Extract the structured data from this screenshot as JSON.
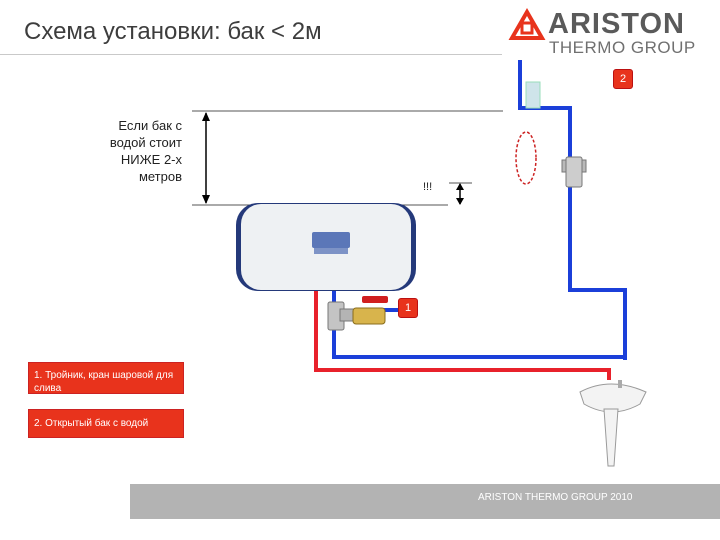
{
  "title": "Схема установки: бак < 2м",
  "logo": {
    "word": "ARISTON",
    "sub": "THERMO GROUP",
    "accent": "#e8331c"
  },
  "note": {
    "line1": "Если бак с",
    "line2": "водой стоит",
    "line3": "НИЖЕ 2-х",
    "line4": "метров"
  },
  "warning": "!!!",
  "badges": {
    "one": "1",
    "two": "2"
  },
  "legend": {
    "item1": "1. Тройник, кран шаровой для слива",
    "item2": "2. Открытый бак с водой"
  },
  "footer": "ARISTON THERMO GROUP 2010",
  "colors": {
    "cold_pipe": "#1b3fd9",
    "hot_pipe": "#e8212b",
    "badge": "#e8331c",
    "footer": "#b3b3b3"
  },
  "icons": [
    "logo-mark-icon",
    "water-heater-icon",
    "tee-fitting-icon",
    "ball-valve-icon",
    "sink-icon",
    "open-tank-icon"
  ]
}
